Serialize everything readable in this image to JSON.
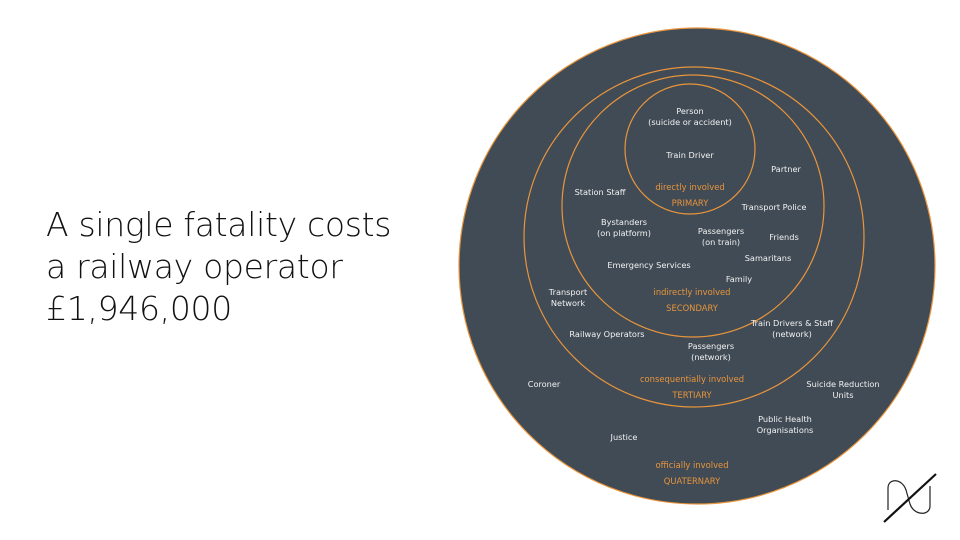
{
  "headline": {
    "line1": "A single fatality costs",
    "line2": "a railway operator",
    "line3": "£1,946,000"
  },
  "colors": {
    "circle_fill": "#414b55",
    "ring_stroke": "#e8953c",
    "label_text": "#f2f2f2",
    "tier_text": "#e8953c",
    "outer_stroke": "#e8953c"
  },
  "diagram": {
    "tiers": {
      "primary": {
        "involvement": "directly involved",
        "name": "PRIMARY"
      },
      "secondary": {
        "involvement": "indirectly involved",
        "name": "SECONDARY"
      },
      "tertiary": {
        "involvement": "consequentially involved",
        "name": "TERTIARY"
      },
      "quaternary": {
        "involvement": "officially involved",
        "name": "QUATERNARY"
      }
    },
    "labels": {
      "person_1": "Person",
      "person_2": "(suicide or accident)",
      "train_driver": "Train Driver",
      "partner": "Partner",
      "station_staff": "Station Staff",
      "transport_police": "Transport Police",
      "bystanders_1": "Bystanders",
      "bystanders_2": "(on platform)",
      "passengers_train_1": "Passengers",
      "passengers_train_2": "(on train)",
      "friends": "Friends",
      "samaritans": "Samaritans",
      "emergency_services": "Emergency Services",
      "family": "Family",
      "transport_network_1": "Transport",
      "transport_network_2": "Network",
      "train_drivers_staff_1": "Train Drivers & Staff",
      "train_drivers_staff_2": "(network)",
      "railway_operators": "Railway Operators",
      "passengers_network_1": "Passengers",
      "passengers_network_2": "(network)",
      "coroner": "Coroner",
      "suicide_reduction_1": "Suicide Reduction",
      "suicide_reduction_2": "Units",
      "public_health_1": "Public Health",
      "public_health_2": "Organisations",
      "justice": "Justice"
    }
  },
  "logo": {
    "icon": "brand-logo-icon"
  }
}
